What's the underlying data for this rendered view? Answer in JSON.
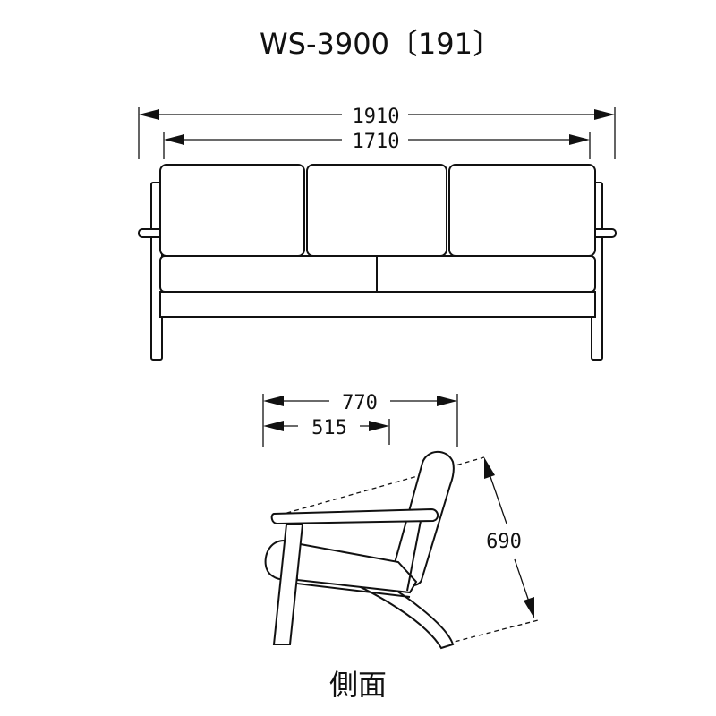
{
  "title": "WS-3900〔191〕",
  "front_view": {
    "overall_width": "1910",
    "inner_width": "1710"
  },
  "side_view": {
    "depth": "770",
    "seat_depth": "515",
    "height": "690",
    "caption": "側面"
  }
}
